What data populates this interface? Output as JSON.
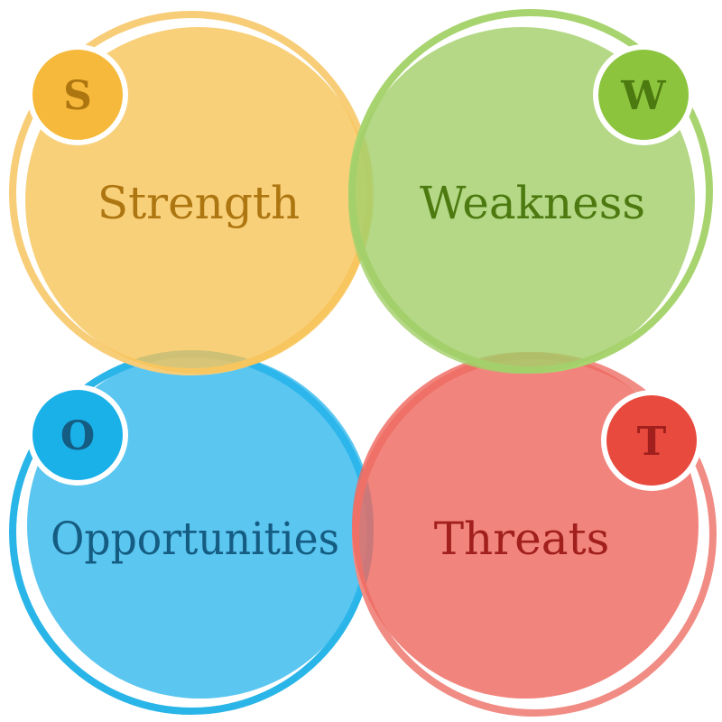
{
  "quadrants": [
    {
      "key": "strength",
      "letter": "S",
      "label": "Strength",
      "ring": "#f8cd78",
      "fill": "#f7c459",
      "fill_opacity": 0.8,
      "badge": "#f6b93b",
      "text": "#ad7610"
    },
    {
      "key": "weakness",
      "letter": "W",
      "label": "Weakness",
      "ring": "#a8d46f",
      "fill": "#a3d06a",
      "fill_opacity": 0.82,
      "badge": "#8cc43e",
      "text": "#4d7a10"
    },
    {
      "key": "opportunities",
      "letter": "O",
      "label": "Opportunities",
      "ring": "#2ab5e8",
      "fill": "#2db6ec",
      "fill_opacity": 0.78,
      "badge": "#1ab0e8",
      "text": "#155c82"
    },
    {
      "key": "threats",
      "letter": "T",
      "label": "Threats",
      "ring": "#f08c84",
      "fill": "#ee6a60",
      "fill_opacity": 0.82,
      "badge": "#e84a3e",
      "text": "#a11f1c"
    }
  ]
}
